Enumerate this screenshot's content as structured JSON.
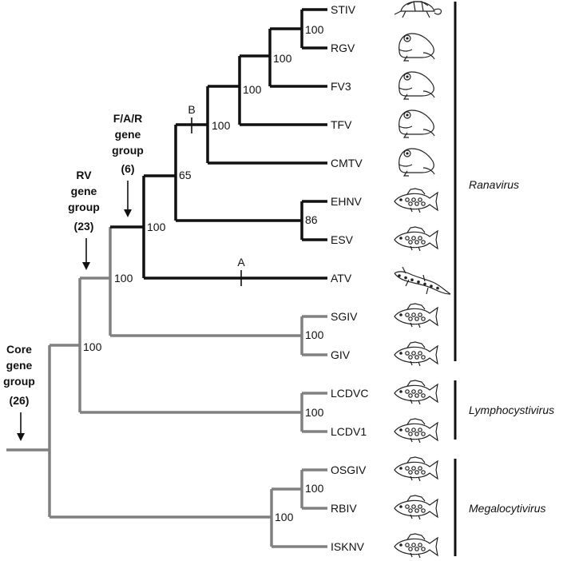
{
  "taxa": [
    "STIV",
    "RGV",
    "FV3",
    "TFV",
    "CMTV",
    "EHNV",
    "ESV",
    "ATV",
    "SGIV",
    "GIV",
    "LCDVC",
    "LCDV1",
    "OSGIV",
    "RBIV",
    "ISKNV"
  ],
  "host_icons": [
    "turtle-icon",
    "frog-icon",
    "frog-icon",
    "frog-icon",
    "frog-icon",
    "fish-icon",
    "fish-icon",
    "salamander-icon",
    "fish-icon",
    "fish-icon",
    "fish-icon",
    "fish-icon",
    "fish-icon",
    "fish-icon",
    "fish-icon"
  ],
  "support_values": {
    "stiv_rgv": "100",
    "stiv_fv3": "100",
    "stiv_tfv": "100",
    "frog_clade": "100",
    "frog_ehnv": "65",
    "ehnv_esv": "86",
    "ranavirus_core": "100",
    "ranavirus": "100",
    "sgiv_giv": "100",
    "rv_lcdv": "100",
    "lcdvc_lcdv1": "100",
    "osgiv_rbiv": "100",
    "megalocytivirus": "100"
  },
  "gene_groups": {
    "far": {
      "line1": "F/A/R",
      "line2": "gene",
      "line3": "group",
      "count": "(6)"
    },
    "rv": {
      "line1": "RV",
      "line2": "gene",
      "line3": "group",
      "count": "(23)"
    },
    "core": {
      "line1": "Core",
      "line2": "gene",
      "line3": "group",
      "count": "(26)"
    }
  },
  "branch_markers": {
    "a": "A",
    "b": "B"
  },
  "genera": [
    "Ranavirus",
    "Lymphocystivirus",
    "Megalocytivirus"
  ],
  "colors": {
    "ranavirus_lineage": "#111111",
    "other_lineage": "#808080"
  }
}
